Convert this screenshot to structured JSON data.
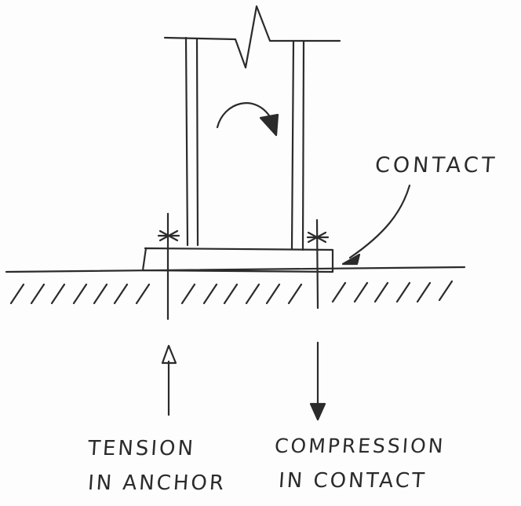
{
  "labels": {
    "contact": "CONTACT",
    "tension_line1": "TENSION",
    "tension_line2": "IN ANCHOR",
    "compression_line1": "COMPRESSION",
    "compression_line2": "IN CONTACT"
  },
  "colors": {
    "ink": "#2b2b2b",
    "paper": "#fdfdfd"
  }
}
